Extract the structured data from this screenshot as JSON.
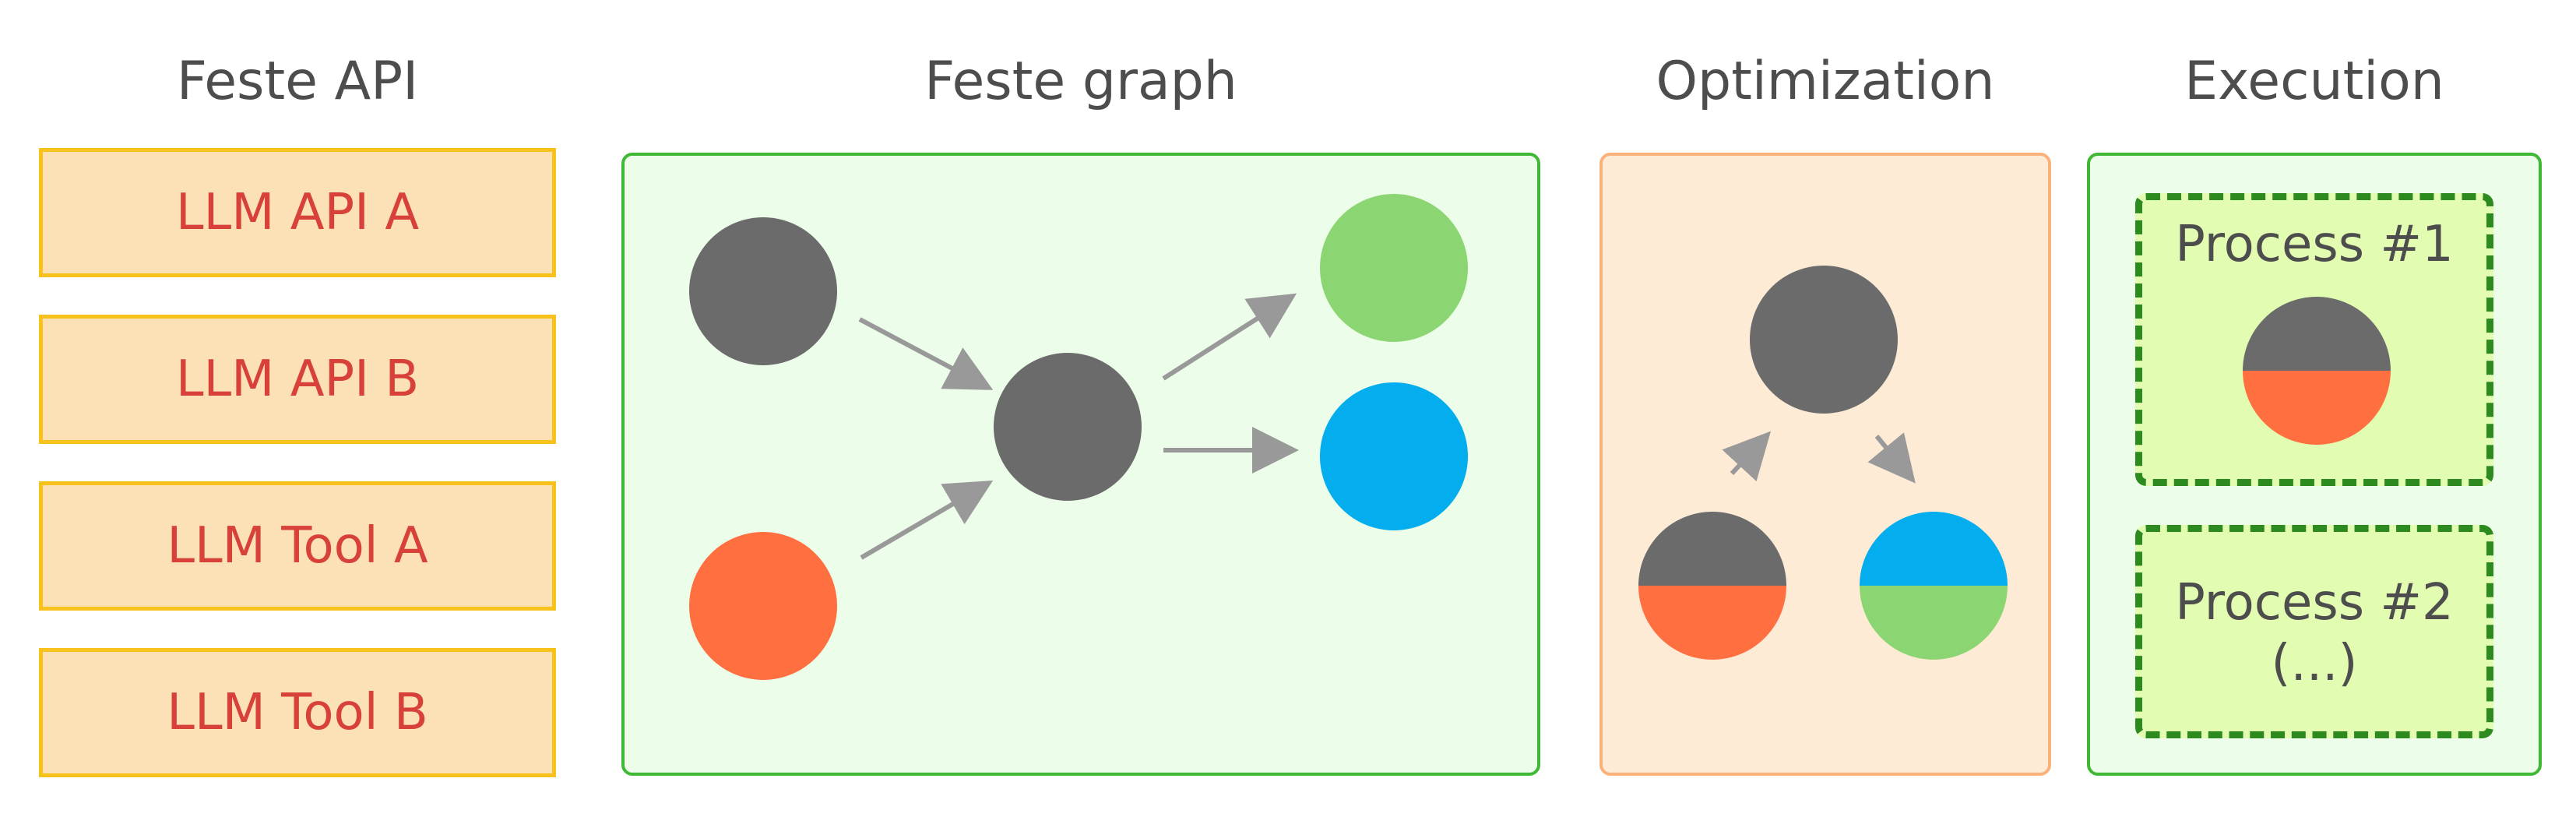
{
  "sections": {
    "api": {
      "title": "Feste API"
    },
    "graph": {
      "title": "Feste graph"
    },
    "optimization": {
      "title": "Optimization"
    },
    "execution": {
      "title": "Execution"
    }
  },
  "api_items": [
    "LLM API A",
    "LLM API B",
    "LLM Tool A",
    "LLM Tool B"
  ],
  "execution": {
    "processes": [
      {
        "label": "Process #1"
      },
      {
        "label": "Process #2\n(...)"
      }
    ]
  },
  "colors": {
    "node_gray": "#6b6b6b",
    "node_orange": "#ff6f3f",
    "node_green": "#8bd672",
    "node_blue": "#03adee",
    "arrow": "#999999"
  }
}
